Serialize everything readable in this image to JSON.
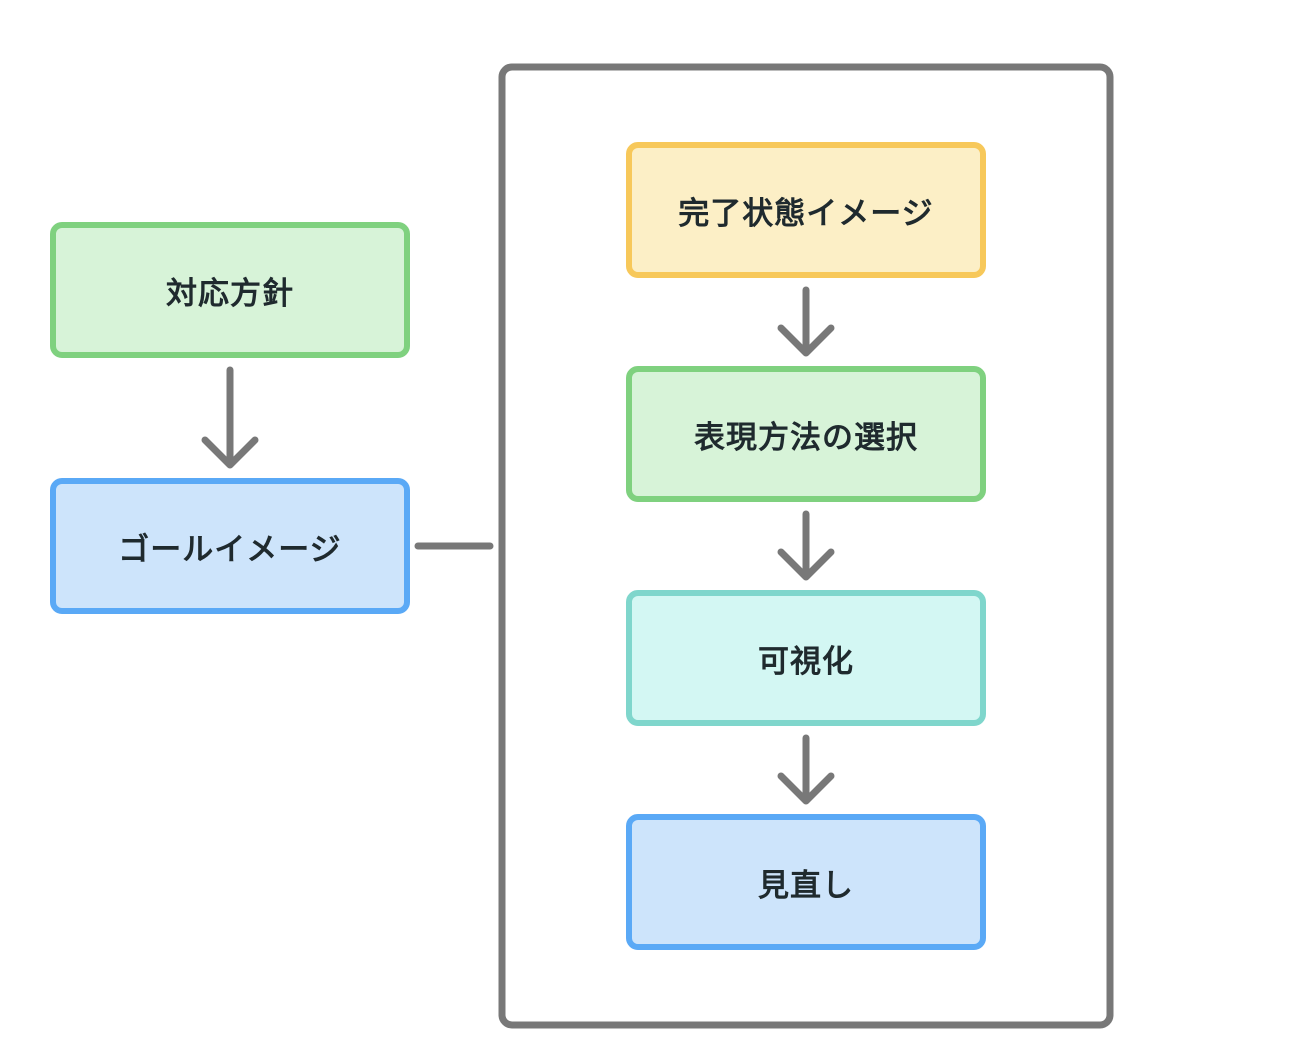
{
  "nodes": {
    "policy": {
      "label": "対応方針",
      "fill": "#d7f3d8",
      "stroke": "#7fd17f"
    },
    "goal": {
      "label": "ゴールイメージ",
      "fill": "#cde4fb",
      "stroke": "#5aa9f6"
    },
    "done": {
      "label": "完了状態イメージ",
      "fill": "#fcefc6",
      "stroke": "#f7c85a"
    },
    "method": {
      "label": "表現方法の選択",
      "fill": "#d7f3d8",
      "stroke": "#7fd17f"
    },
    "visual": {
      "label": "可視化",
      "fill": "#d3f7f3",
      "stroke": "#7fd6cc"
    },
    "review": {
      "label": "見直し",
      "fill": "#cde4fb",
      "stroke": "#5aa9f6"
    }
  },
  "edges": [
    {
      "from": "対応方針",
      "to": "ゴールイメージ"
    },
    {
      "from": "完了状態イメージ",
      "to": "表現方法の選択"
    },
    {
      "from": "表現方法の選択",
      "to": "可視化"
    },
    {
      "from": "可視化",
      "to": "見直し"
    }
  ],
  "colors": {
    "connector": "#787878",
    "group_border": "#787878"
  }
}
